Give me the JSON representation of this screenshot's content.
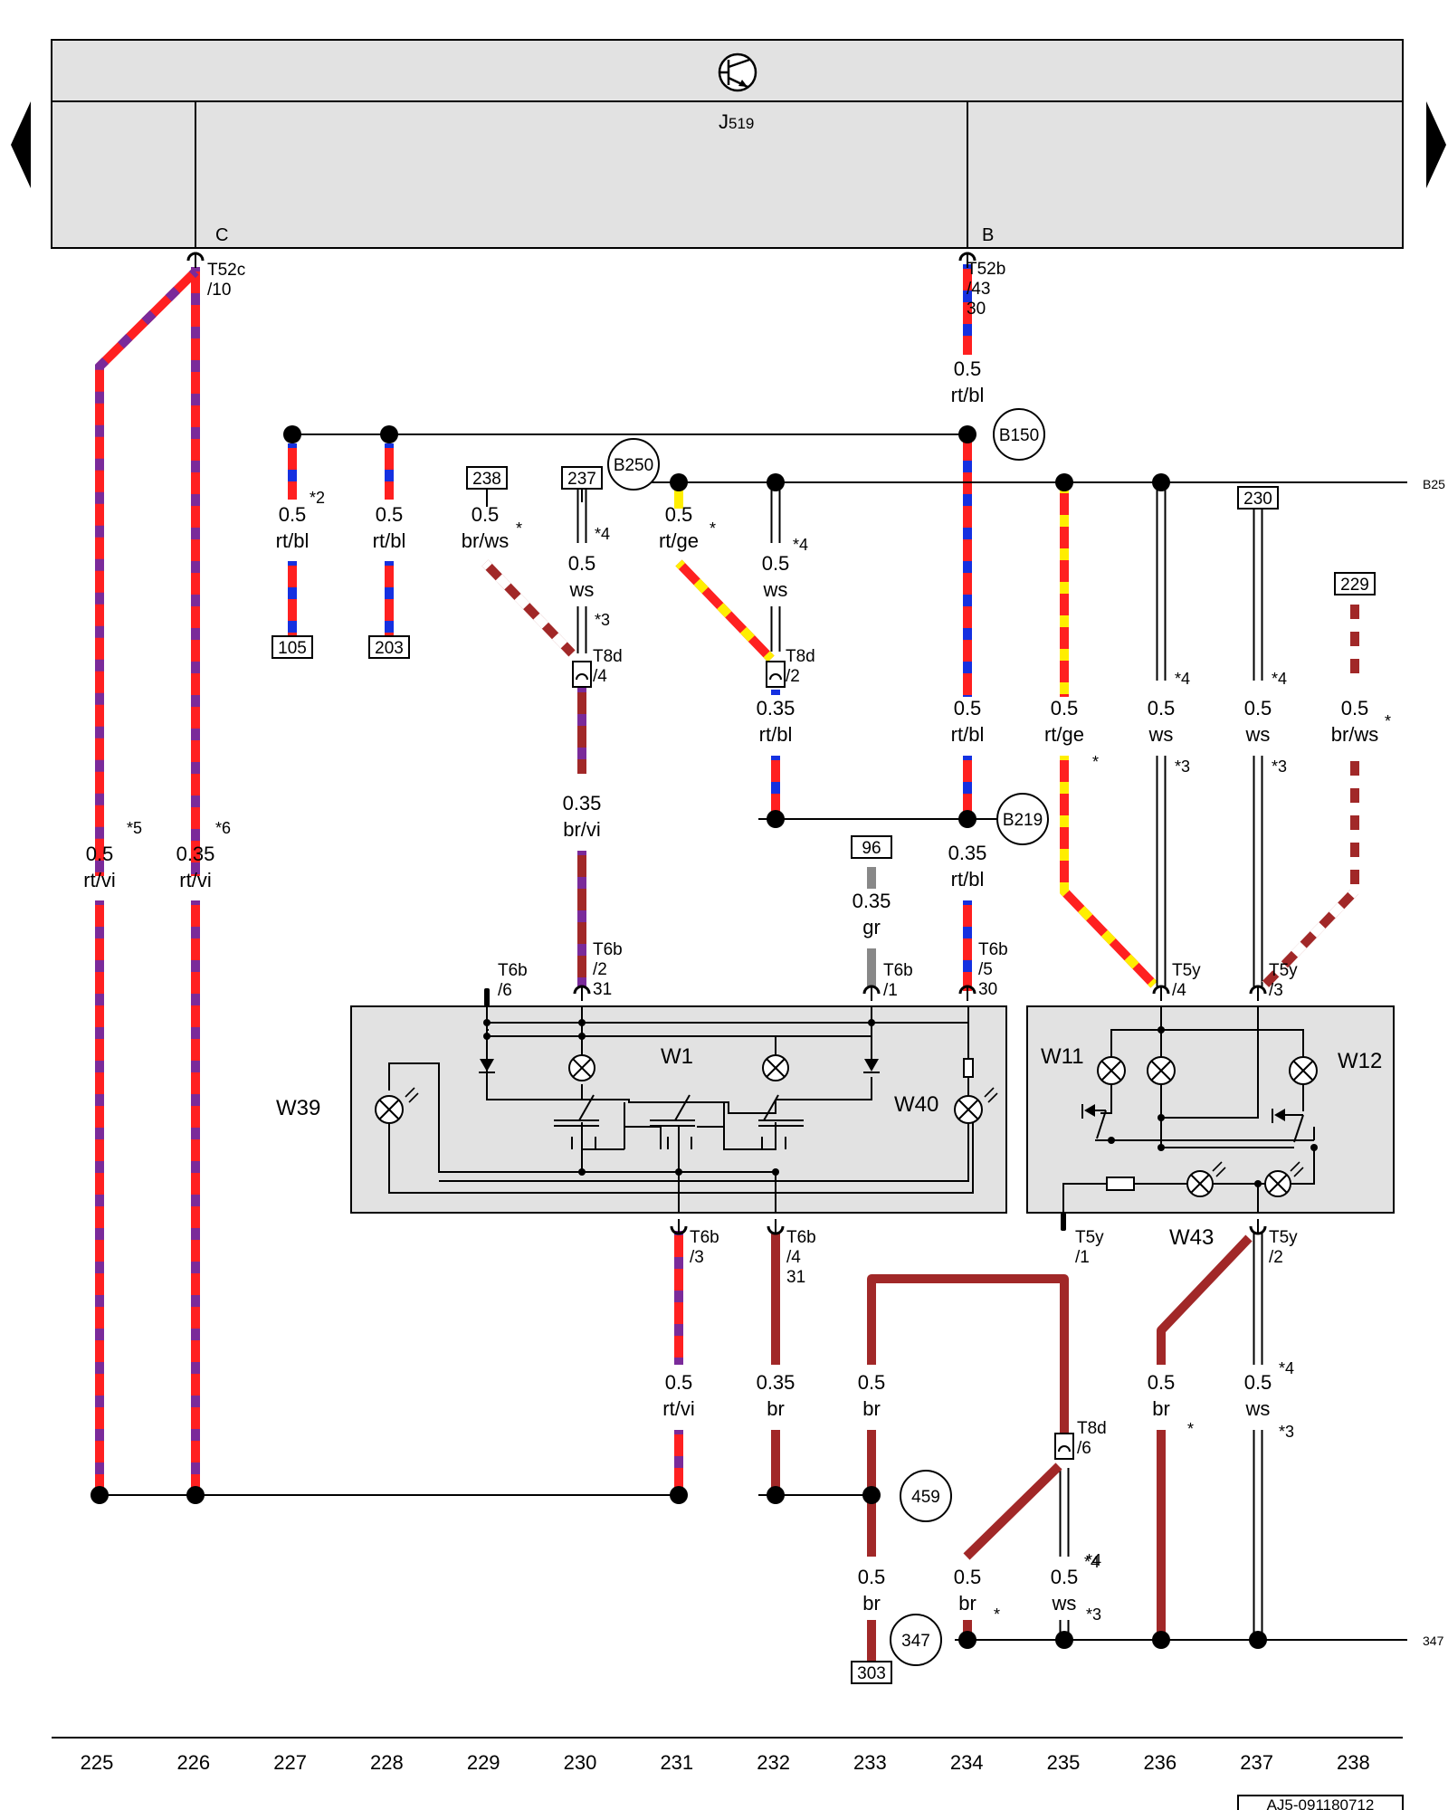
{
  "colors": {
    "red": "#ff2020",
    "blue": "#1530e0",
    "violet": "#7a2a9a",
    "yellow": "#ffee00",
    "brown": "#a12828",
    "grey": "#888888",
    "white": "#ffffff",
    "panel": "#e2e2e2"
  },
  "header": {
    "unit": "J519",
    "unit_prefix": "J",
    "unit_sub": "519",
    "pin_c": "C",
    "pin_b": "B"
  },
  "wire_specs": [
    {
      "id": "w225",
      "lines": [
        "0.5",
        "rt/vi"
      ],
      "note": "*5"
    },
    {
      "id": "w226",
      "lines": [
        "0.35",
        "rt/vi"
      ],
      "note": "*6"
    },
    {
      "id": "w227",
      "lines": [
        "0.5",
        "rt/bl"
      ],
      "note": "*2"
    },
    {
      "id": "w228",
      "lines": [
        "0.5",
        "rt/bl"
      ],
      "note": ""
    },
    {
      "id": "w229",
      "lines": [
        "0.5",
        "br/ws"
      ],
      "note": "*"
    },
    {
      "id": "w230a",
      "lines": [
        "0.5",
        "ws"
      ],
      "note": "*4"
    },
    {
      "id": "w230b",
      "lines": [
        "0.35",
        "br/vi"
      ],
      "note": ""
    },
    {
      "id": "w231a",
      "lines": [
        "0.5",
        "rt/ge"
      ],
      "note": "*"
    },
    {
      "id": "w232a",
      "lines": [
        "0.5",
        "ws"
      ],
      "note": "*4"
    },
    {
      "id": "w232b",
      "lines": [
        "0.35",
        "rt/bl"
      ],
      "note": ""
    },
    {
      "id": "w234a",
      "lines": [
        "0.5",
        "rt/bl"
      ],
      "note": ""
    },
    {
      "id": "w234b",
      "lines": [
        "0.5",
        "rt/bl"
      ],
      "note": ""
    },
    {
      "id": "w234c",
      "lines": [
        "0.35",
        "rt/bl"
      ],
      "note": ""
    },
    {
      "id": "w233a",
      "lines": [
        "0.35",
        "gr"
      ],
      "note": ""
    },
    {
      "id": "w235a",
      "lines": [
        "0.5",
        "rt/ge"
      ],
      "note": "*"
    },
    {
      "id": "w236a",
      "lines": [
        "0.5",
        "ws"
      ],
      "note": "*4"
    },
    {
      "id": "w237a",
      "lines": [
        "0.5",
        "ws"
      ],
      "note": "*4"
    },
    {
      "id": "w238a",
      "lines": [
        "0.5",
        "br/ws"
      ],
      "note": "*"
    },
    {
      "id": "w231b",
      "lines": [
        "0.5",
        "rt/vi"
      ],
      "note": ""
    },
    {
      "id": "w232c",
      "lines": [
        "0.35",
        "br"
      ],
      "note": ""
    },
    {
      "id": "w233b",
      "lines": [
        "0.5",
        "br"
      ],
      "note": ""
    },
    {
      "id": "w236b",
      "lines": [
        "0.5",
        "br"
      ],
      "note": "*"
    },
    {
      "id": "w237b",
      "lines": [
        "0.5",
        "ws"
      ],
      "note": "*4"
    },
    {
      "id": "w233c",
      "lines": [
        "0.5",
        "br"
      ],
      "note": ""
    },
    {
      "id": "w234d",
      "lines": [
        "0.5",
        "br"
      ],
      "note": "*"
    },
    {
      "id": "w235b",
      "lines": [
        "0.5",
        "ws"
      ],
      "note": "*4"
    }
  ],
  "notes": [
    "*3",
    "*3",
    "*3",
    "*3",
    "*3",
    "*3",
    "*4"
  ],
  "ref_boxes": [
    "238",
    "237",
    "105",
    "203",
    "230",
    "229",
    "96",
    "303"
  ],
  "connectors": [
    {
      "id": "T52c",
      "lines": [
        "T52c",
        "/10"
      ]
    },
    {
      "id": "T52b",
      "lines": [
        "T52b",
        "/43",
        "30"
      ]
    },
    {
      "id": "T8d4",
      "lines": [
        "T8d",
        "/4"
      ]
    },
    {
      "id": "T8d2",
      "lines": [
        "T8d",
        "/2"
      ]
    },
    {
      "id": "T8d6",
      "lines": [
        "T8d",
        "/6"
      ]
    },
    {
      "id": "T6b6",
      "lines": [
        "T6b",
        "/6"
      ]
    },
    {
      "id": "T6b2",
      "lines": [
        "T6b",
        "/2",
        "31"
      ]
    },
    {
      "id": "T6b1",
      "lines": [
        "T6b",
        "/1"
      ]
    },
    {
      "id": "T6b5",
      "lines": [
        "T6b",
        "/5",
        "30"
      ]
    },
    {
      "id": "T6b3",
      "lines": [
        "T6b",
        "/3"
      ]
    },
    {
      "id": "T6b4",
      "lines": [
        "T6b",
        "/4",
        "31"
      ]
    },
    {
      "id": "T5y4",
      "lines": [
        "T5y",
        "/4"
      ]
    },
    {
      "id": "T5y3",
      "lines": [
        "T5y",
        "/3"
      ]
    },
    {
      "id": "T5y1",
      "lines": [
        "T5y",
        "/1"
      ]
    },
    {
      "id": "T5y2",
      "lines": [
        "T5y",
        "/2"
      ]
    }
  ],
  "junctions": [
    "B150",
    "B250",
    "B219",
    "459",
    "347"
  ],
  "edge_labels": {
    "b250": "B25",
    "e347": "347"
  },
  "components": {
    "w39": "W39",
    "w40": "W40",
    "w1": "W1",
    "w11": "W11",
    "w12": "W12",
    "w43": "W43"
  },
  "track_numbers": [
    "225",
    "226",
    "227",
    "228",
    "229",
    "230",
    "231",
    "232",
    "233",
    "234",
    "235",
    "236",
    "237",
    "238"
  ],
  "doc_id": "AJ5-091180712"
}
